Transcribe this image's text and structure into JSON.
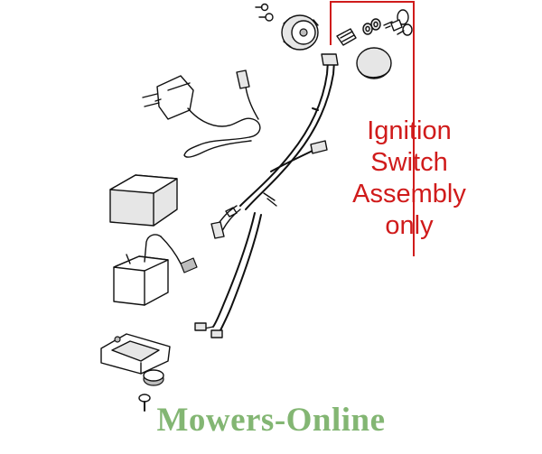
{
  "callout": {
    "lines": [
      "Ignition",
      "Switch",
      "Assembly",
      "only"
    ],
    "color": "#d01b1b"
  },
  "brand": {
    "text": "Mowers-Online",
    "color": "#83b673"
  }
}
